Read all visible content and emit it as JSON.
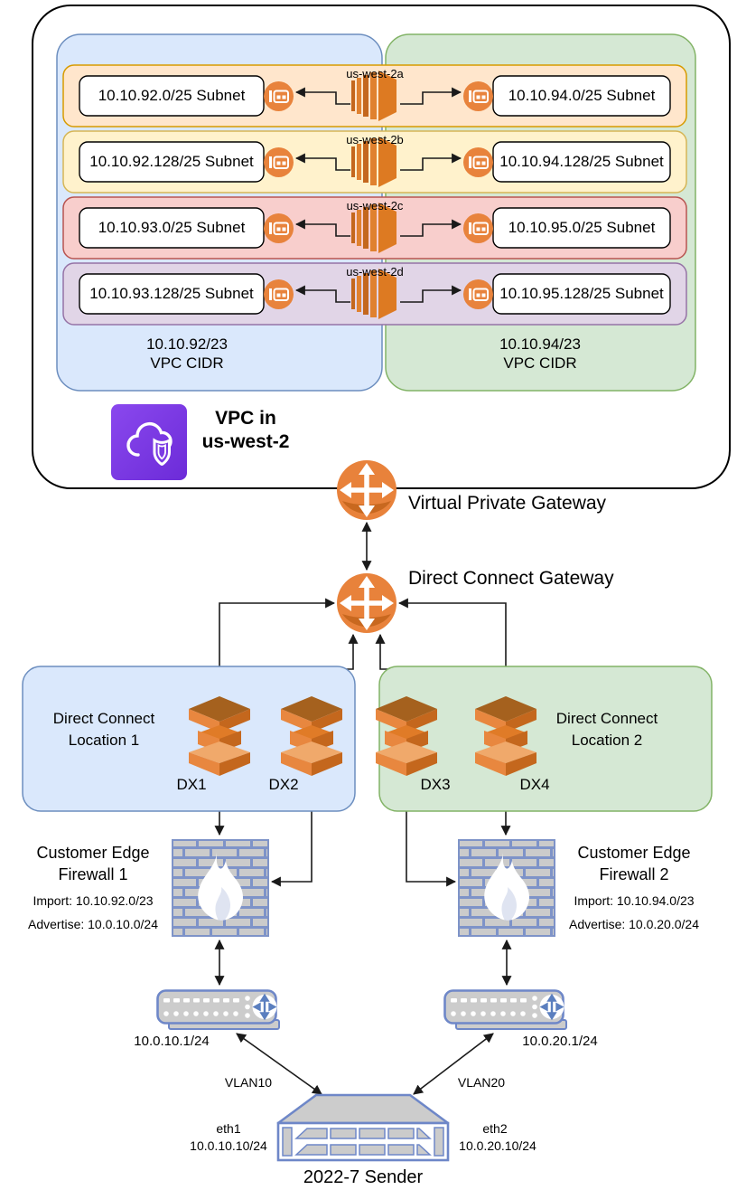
{
  "vpc": {
    "title_line1": "VPC in",
    "title_line2": "us-west-2",
    "left_cidr_line1": "10.10.92/23",
    "left_cidr_line2": "VPC CIDR",
    "right_cidr_line1": "10.10.94/23",
    "right_cidr_line2": "VPC CIDR",
    "azs": [
      {
        "name": "us-west-2a",
        "left_subnet": "10.10.92.0/25 Subnet",
        "right_subnet": "10.10.94.0/25 Subnet"
      },
      {
        "name": "us-west-2b",
        "left_subnet": "10.10.92.128/25 Subnet",
        "right_subnet": "10.10.94.128/25 Subnet"
      },
      {
        "name": "us-west-2c",
        "left_subnet": "10.10.93.0/25 Subnet",
        "right_subnet": "10.10.95.0/25 Subnet"
      },
      {
        "name": "us-west-2d",
        "left_subnet": "10.10.93.128/25 Subnet",
        "right_subnet": "10.10.95.128/25 Subnet"
      }
    ]
  },
  "gateways": {
    "virtual_private_gateway": "Virtual Private Gateway",
    "direct_connect_gateway": "Direct Connect Gateway"
  },
  "dx_locations": [
    {
      "line1": "Direct Connect",
      "line2": "Location 1",
      "dx_a": "DX1",
      "dx_b": "DX2"
    },
    {
      "line1": "Direct Connect",
      "line2": "Location 2",
      "dx_a": "DX3",
      "dx_b": "DX4"
    }
  ],
  "firewalls": [
    {
      "line1": "Customer Edge",
      "line2": "Firewall 1",
      "import": "Import: 10.10.92.0/23",
      "advertise": "Advertise: 10.0.10.0/24"
    },
    {
      "line1": "Customer Edge",
      "line2": "Firewall 2",
      "import": "Import: 10.10.94.0/23",
      "advertise": "Advertise: 10.0.20.0/24"
    }
  ],
  "switches": [
    {
      "ip": "10.0.10.1/24"
    },
    {
      "ip": "10.0.20.1/24"
    }
  ],
  "links": {
    "vlan10": "VLAN10",
    "vlan20": "VLAN20"
  },
  "server": {
    "name": "2022-7 Sender",
    "nic1_name": "eth1",
    "nic1_ip": "10.0.10.10/24",
    "nic2_name": "eth2",
    "nic2_ip": "10.0.20.10/24"
  },
  "colors": {
    "blue_fill": "#DAE8FC",
    "blue_stroke": "#6C8EBF",
    "green_fill": "#D5E8D4",
    "green_stroke": "#82B366",
    "az_a_fill": "#FFE6CC",
    "az_a_stroke": "#D79B00",
    "az_b_fill": "#FFF2CC",
    "az_b_stroke": "#D6B656",
    "az_c_fill": "#F8CECC",
    "az_c_stroke": "#B85450",
    "az_d_fill": "#E1D5E7",
    "az_d_stroke": "#9673A6",
    "aws_orange": "#E8833C",
    "vpc_purple": "#7B3BE3",
    "firewall_blue": "#7E93C8",
    "device_gray": "#CCCCCC",
    "device_stroke": "#6E87C8"
  }
}
